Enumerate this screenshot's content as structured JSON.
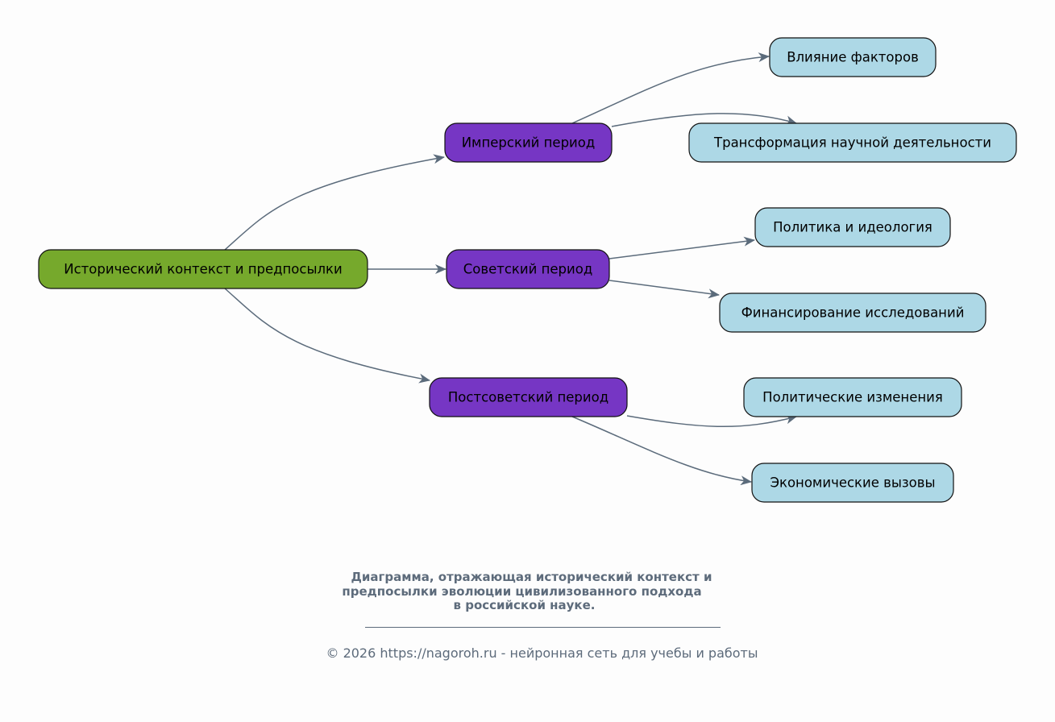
{
  "diagram": {
    "type": "mind-map",
    "colors": {
      "root": "#76a92c",
      "period": "#7636c4",
      "topic": "#add8e6",
      "edge": "#5b6b7b",
      "border": "#111111",
      "caption": "#5d6b7b"
    },
    "root": {
      "id": "root",
      "label": "Исторический контекст и предпосылки"
    },
    "periods": [
      {
        "id": "imperial",
        "label": "Имперский период",
        "children": [
          {
            "id": "factors",
            "label": "Влияние факторов"
          },
          {
            "id": "transformation",
            "label": "Трансформация научной деятельности"
          }
        ]
      },
      {
        "id": "soviet",
        "label": "Советский период",
        "children": [
          {
            "id": "politics",
            "label": "Политика и идеология"
          },
          {
            "id": "funding",
            "label": "Финансирование исследований"
          }
        ]
      },
      {
        "id": "postsoviet",
        "label": "Постсоветский период",
        "children": [
          {
            "id": "political_changes",
            "label": "Политические изменения"
          },
          {
            "id": "economic",
            "label": "Экономические вызовы"
          }
        ]
      }
    ],
    "edges": [
      {
        "from": "root",
        "to": "imperial"
      },
      {
        "from": "root",
        "to": "soviet"
      },
      {
        "from": "root",
        "to": "postsoviet"
      },
      {
        "from": "imperial",
        "to": "factors"
      },
      {
        "from": "imperial",
        "to": "transformation"
      },
      {
        "from": "soviet",
        "to": "politics"
      },
      {
        "from": "soviet",
        "to": "funding"
      },
      {
        "from": "postsoviet",
        "to": "political_changes"
      },
      {
        "from": "postsoviet",
        "to": "economic"
      }
    ]
  },
  "caption": {
    "lines": [
      "Диаграмма, отражающая исторический контекст и",
      "предпосылки эволюции цивилизованного подхода",
      "в российской науке."
    ]
  },
  "footer": {
    "text": "© 2026 https://nagoroh.ru - нейронная сеть для учебы и работы"
  }
}
